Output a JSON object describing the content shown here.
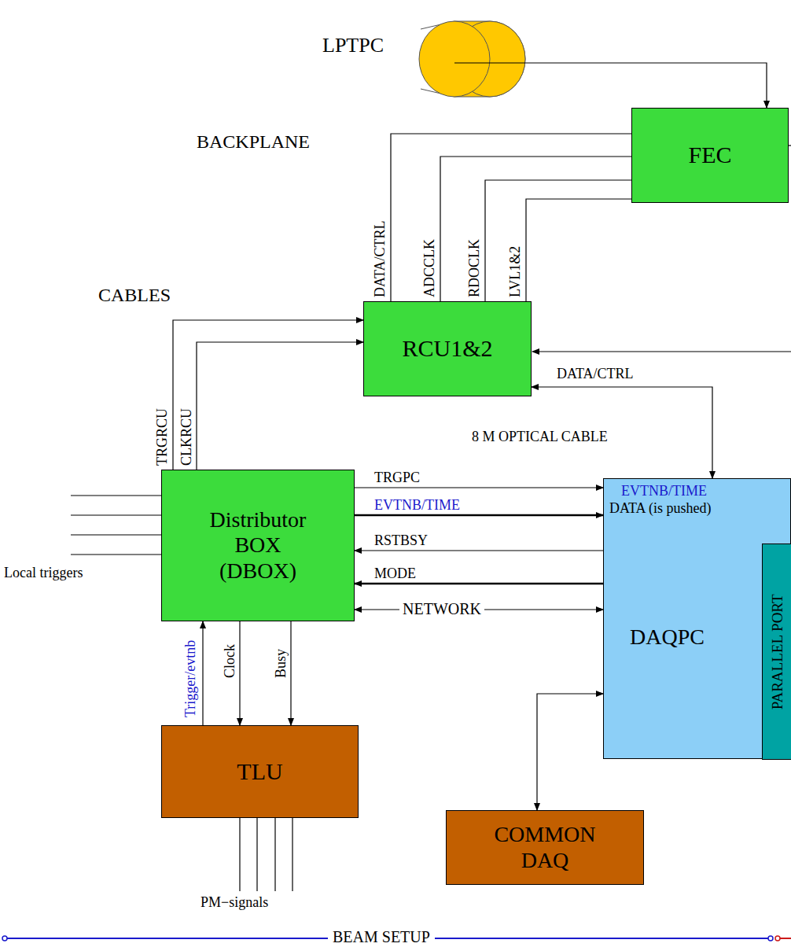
{
  "diagram": {
    "nodes": [
      {
        "text": [
          "LPTPC"
        ]
      },
      {
        "text": [
          "FEC"
        ]
      },
      {
        "text": [
          "RCU1&2"
        ]
      },
      {
        "text": [
          "Distributor BOX (DBOX)"
        ]
      },
      {
        "text": [
          "DAQPC"
        ]
      },
      {
        "text": [
          "PARALLEL PORT"
        ],
        "in": 4
      },
      {
        "text": [
          "TLU"
        ]
      },
      {
        "text": [
          "COMMON DAQ"
        ]
      }
    ],
    "edges": [
      {
        "from": 0,
        "to": 1,
        "arrow": "to"
      },
      {
        "from": 1,
        "to": 2,
        "label": "DATA/CTRL",
        "arrow": "none"
      },
      {
        "from": 1,
        "to": 2,
        "label": "ADCCLK",
        "arrow": "none"
      },
      {
        "from": 1,
        "to": 2,
        "label": "RDOCLK",
        "arrow": "none"
      },
      {
        "from": 1,
        "to": 2,
        "label": "LVL1&2",
        "arrow": "none"
      },
      {
        "from": 3,
        "to": 2,
        "label": "TRGRCU",
        "arrow": "to"
      },
      {
        "from": 3,
        "to": 2,
        "label": "CLKRCU",
        "arrow": "to"
      },
      {
        "from": 2,
        "to": 4,
        "label": "DATA/CTRL",
        "arrow": "both"
      },
      {
        "from": 3,
        "to": 4,
        "label": "TRGPC",
        "arrow": "to"
      },
      {
        "from": 3,
        "to": 4,
        "label": "EVTNB/TIME",
        "arrow": "to"
      },
      {
        "from": 4,
        "to": 3,
        "label": "RSTBSY",
        "arrow": "to"
      },
      {
        "from": 4,
        "to": 3,
        "label": "MODE",
        "arrow": "to"
      },
      {
        "from": 3,
        "to": 4,
        "label": "NETWORK",
        "arrow": "both"
      },
      {
        "from": 6,
        "to": 3,
        "label": "Trigger/evtnb",
        "arrow": "to"
      },
      {
        "from": 3,
        "to": 6,
        "label": "Clock",
        "arrow": "to"
      },
      {
        "from": 3,
        "to": 6,
        "label": "Busy",
        "arrow": "to"
      },
      {
        "from": 7,
        "to": 4,
        "arrow": "both"
      }
    ],
    "labels": [
      "BACKPLANE",
      "CABLES",
      "8 M OPTICAL CABLE",
      "EVTNB/TIME",
      "DATA (is pushed)",
      "Local triggers",
      "PM−signals",
      "BEAM SETUP"
    ]
  }
}
